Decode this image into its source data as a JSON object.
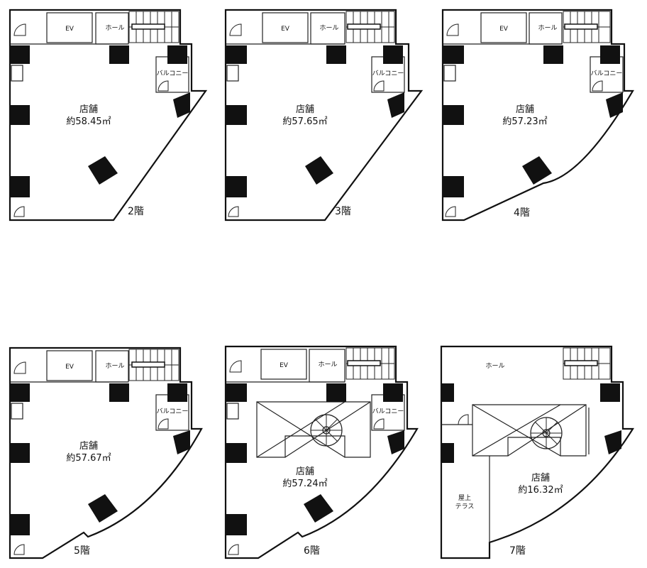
{
  "floors": [
    {
      "id": "f2",
      "floor_label": "2階",
      "room": "店舗",
      "area": "約58.45㎡",
      "ev": "EV",
      "hall": "ホール",
      "balcony": "バルコニー"
    },
    {
      "id": "f3",
      "floor_label": "3階",
      "room": "店舗",
      "area": "約57.65㎡",
      "ev": "EV",
      "hall": "ホール",
      "balcony": "バルコニー"
    },
    {
      "id": "f4",
      "floor_label": "4階",
      "room": "店舗",
      "area": "約57.23㎡",
      "ev": "EV",
      "hall": "ホール",
      "balcony": "バルコニー"
    },
    {
      "id": "f5",
      "floor_label": "5階",
      "room": "店舗",
      "area": "約57.67㎡",
      "ev": "EV",
      "hall": "ホール",
      "balcony": "バルコニー"
    },
    {
      "id": "f6",
      "floor_label": "6階",
      "room": "店舗",
      "area": "約57.24㎡",
      "ev": "EV",
      "hall": "ホール",
      "balcony": "バルコニー"
    },
    {
      "id": "f7",
      "floor_label": "7階",
      "room": "店舗",
      "area": "約16.32㎡",
      "hall": "ホール",
      "roof_terrace_1": "屋上",
      "roof_terrace_2": "テラス"
    }
  ]
}
